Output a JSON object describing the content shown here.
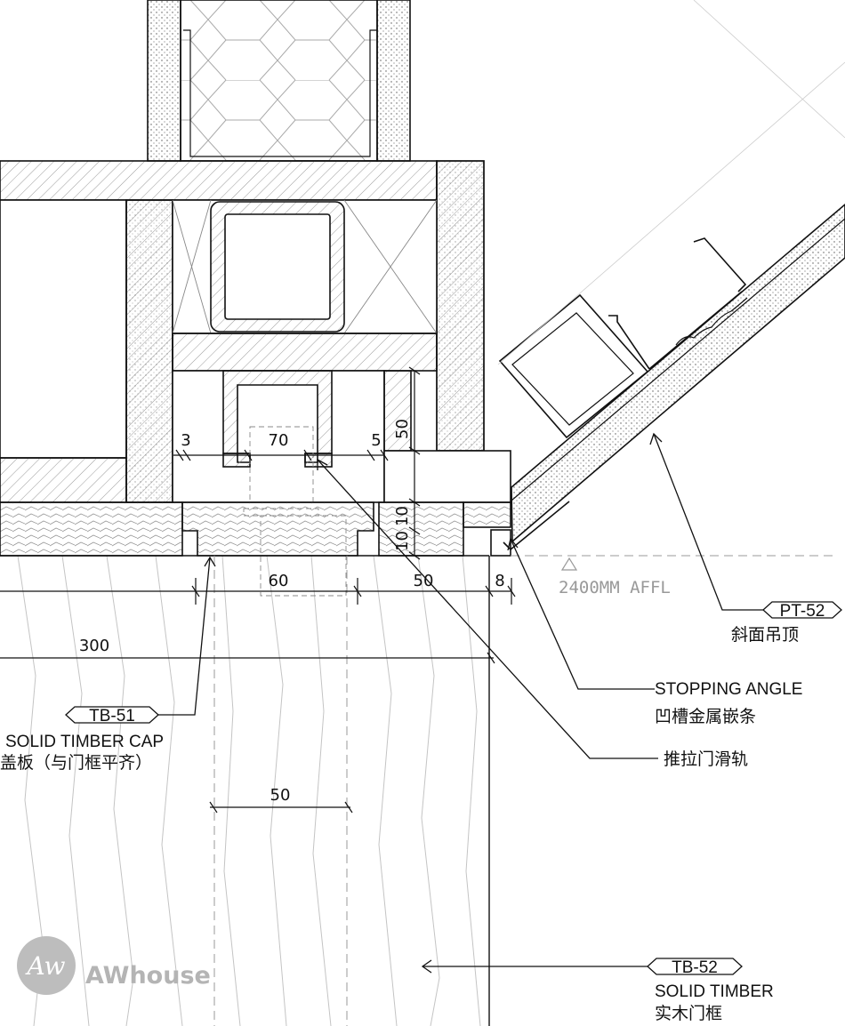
{
  "dimensions": {
    "d3": "3",
    "d70": "70",
    "d5": "5",
    "d50_vertical": "50",
    "d10_upper": "10",
    "d10_lower": "10",
    "d60": "60",
    "d50_mid": "50",
    "d8": "8",
    "d300": "300",
    "d50_lower": "50"
  },
  "level": {
    "label": "2400MM AFFL"
  },
  "callouts": {
    "pt52": {
      "tag": "PT-52",
      "text": "斜面吊顶"
    },
    "stopping_angle": {
      "en": "STOPPING ANGLE",
      "cn": "凹槽金属嵌条"
    },
    "track": {
      "cn": "推拉门滑轨"
    },
    "tb51": {
      "tag": "TB-51",
      "en": "SOLID TIMBER CAP",
      "cn": "盖板（与门框平齐）"
    },
    "tb52": {
      "tag": "TB-52",
      "en": "SOLID TIMBER",
      "cn": "实木门框"
    }
  },
  "watermark": {
    "logo_letters": "Aw",
    "text": "AWhouse"
  },
  "colors": {
    "line": "#111111",
    "hatch": "#9a9a9a",
    "grain": "#c4c4c4",
    "watermark": "#b4b4b4"
  }
}
